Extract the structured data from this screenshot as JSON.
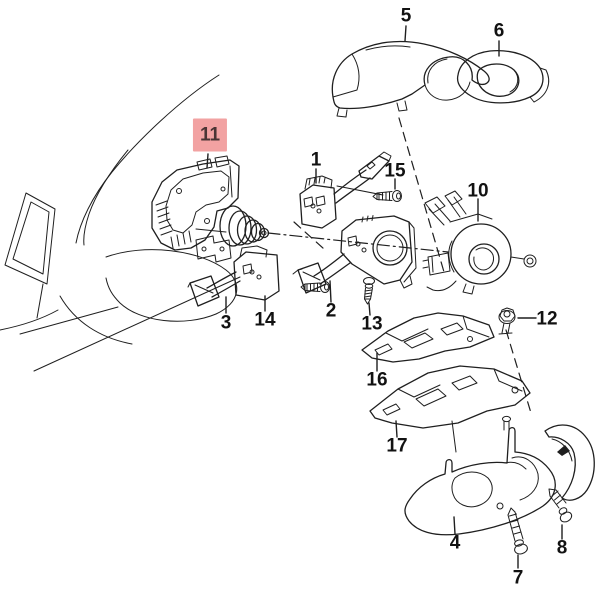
{
  "diagram": {
    "kind": "exploded-parts-diagram",
    "subject": "Steering column switch assembly",
    "background": "#ffffff",
    "line_color": "#1f1f1f",
    "label_color": "#121212",
    "highlight": {
      "selected_part": "11",
      "background": "#f2a2a2",
      "text_color": "#4a3434"
    }
  },
  "callouts": [
    {
      "part": "5",
      "label": "5",
      "selected": false
    },
    {
      "part": "6",
      "label": "6",
      "selected": false
    },
    {
      "part": "11",
      "label": "11",
      "selected": true
    },
    {
      "part": "1",
      "label": "1",
      "selected": false
    },
    {
      "part": "15",
      "label": "15",
      "selected": false
    },
    {
      "part": "10",
      "label": "10",
      "selected": false
    },
    {
      "part": "2",
      "label": "2",
      "selected": false
    },
    {
      "part": "3",
      "label": "3",
      "selected": false
    },
    {
      "part": "14",
      "label": "14",
      "selected": false
    },
    {
      "part": "13",
      "label": "13",
      "selected": false
    },
    {
      "part": "12",
      "label": "12",
      "selected": false
    },
    {
      "part": "16",
      "label": "16",
      "selected": false
    },
    {
      "part": "17",
      "label": "17",
      "selected": false
    },
    {
      "part": "4",
      "label": "4",
      "selected": false
    },
    {
      "part": "7",
      "label": "7",
      "selected": false
    },
    {
      "part": "8",
      "label": "8",
      "selected": false
    }
  ]
}
